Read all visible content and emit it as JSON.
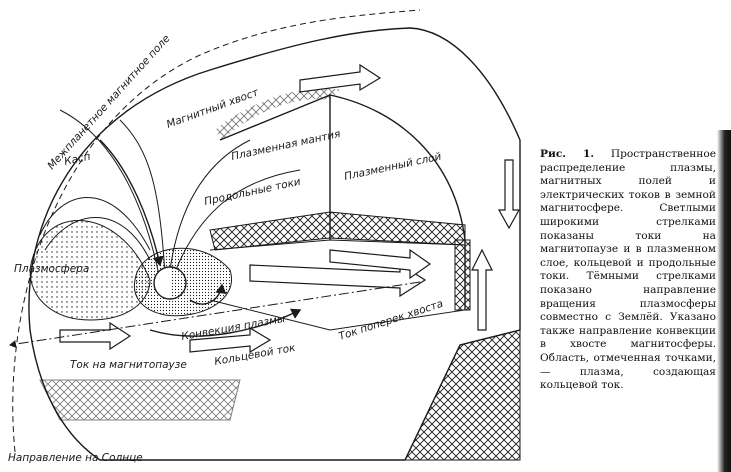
{
  "figure": {
    "labels": {
      "magnetopause": "Межпланетное магнитное поле",
      "tail_lobe": "Магнитный хвост",
      "cusp": "Касп",
      "plasma_mantle": "Плазменная мантия",
      "plasma_sheet": "Плазменный слой",
      "field_aligned": "Продольные токи",
      "plasmasphere": "Плазмосфера",
      "tail_current": "Ток поперек хвоста",
      "convection": "Конвекция плазмы",
      "ring_current": "Кольцевой ток",
      "magnetopause_current": "Ток на магнитопаузе",
      "solar_direction": "Направление на Солнце"
    }
  },
  "caption": {
    "number": "Рис. 1.",
    "text": "Пространственное распределение плазмы, магнитных полей и электрических токов в земной магнитосфере. Светлыми широкими стрелками показаны токи на магнитопаузе и в плазменном слое, кольцевой и продольные токи. Тёмными стрелками показано направление вращения плазмосферы совместно с Землёй. Указано также направление конвекции в хвосте магнитосферы. Область, отмеченная точками, — плазма, создающая кольцевой ток."
  }
}
